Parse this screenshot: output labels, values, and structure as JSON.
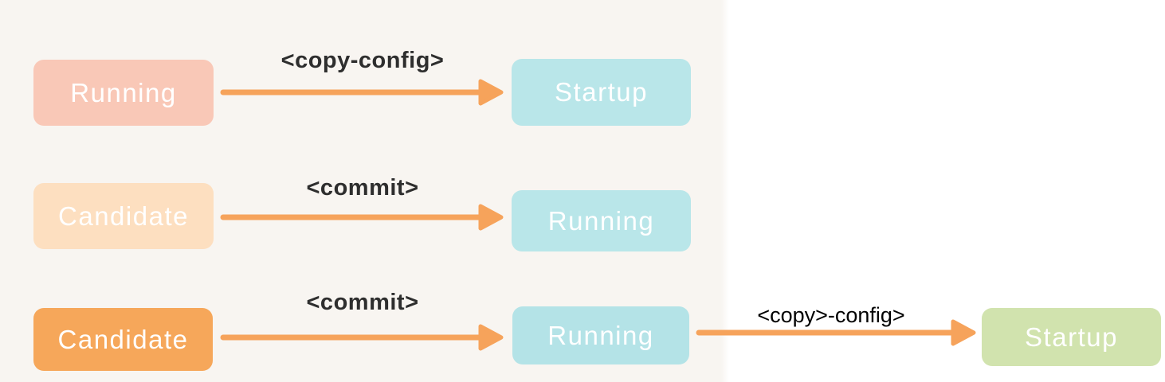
{
  "rows": [
    {
      "source": {
        "label": "Running",
        "color": "#f9c8b7"
      },
      "edge": {
        "label": "<copy-config>"
      },
      "target": {
        "label": "Startup",
        "color": "#b9e6e9"
      }
    },
    {
      "source": {
        "label": "Candidate",
        "color": "#fddfc0"
      },
      "edge": {
        "label": "<commit>"
      },
      "target": {
        "label": "Running",
        "color": "#b9e6e9"
      }
    },
    {
      "source": {
        "label": "Candidate",
        "color": "#f6a75a"
      },
      "edge": {
        "label": "<commit>"
      },
      "target": {
        "label": "Running",
        "color": "#b4e3e7"
      },
      "edge2": {
        "label": "<copy>-config>"
      },
      "target2": {
        "label": "Startup",
        "color": "#d1e3ae"
      }
    }
  ],
  "colors": {
    "arrow": "#f6a35b",
    "edge_label": "#2e2e2e",
    "edge2_label": "#000000",
    "node_text": "#ffffff",
    "background_left": "#f8f5f1",
    "background_right": "#ffffff"
  }
}
